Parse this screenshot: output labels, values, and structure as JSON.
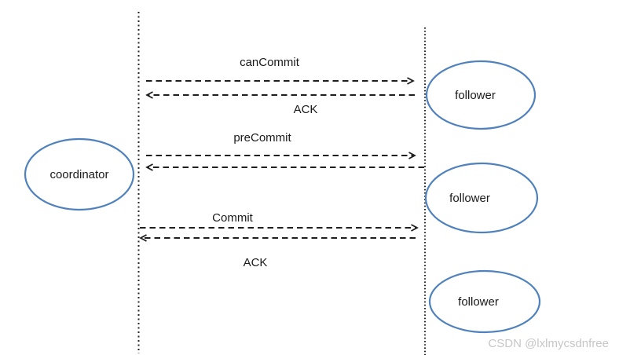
{
  "diagram": {
    "type": "sequence-diagram",
    "subject": "three-phase commit message flow",
    "nodes": {
      "coordinator": {
        "label": "coordinator"
      },
      "followers": [
        {
          "label": "follower"
        },
        {
          "label": "follower"
        },
        {
          "label": "follower"
        }
      ]
    },
    "lifelines": [
      {
        "owner": "coordinator",
        "style": "dotted"
      },
      {
        "owner": "followers",
        "style": "dotted"
      }
    ],
    "messages": [
      {
        "label": "canCommit",
        "from": "coordinator",
        "to": "follower",
        "direction": "right",
        "style": "dashed"
      },
      {
        "label": "ACK",
        "from": "follower",
        "to": "coordinator",
        "direction": "left",
        "style": "dashed"
      },
      {
        "label": "preCommit",
        "from": "coordinator",
        "to": "follower",
        "direction": "right",
        "style": "dashed"
      },
      {
        "label": "",
        "from": "follower",
        "to": "coordinator",
        "direction": "left",
        "style": "dashed"
      },
      {
        "label": "Commit",
        "from": "coordinator",
        "to": "follower",
        "direction": "right",
        "style": "dashed"
      },
      {
        "label": "ACK",
        "from": "follower",
        "to": "coordinator",
        "direction": "left",
        "style": "dashed"
      }
    ],
    "colors": {
      "node_stroke": "#4f81bd",
      "node_fill": "#ffffff",
      "line": "#1f1f1f",
      "text": "#1a1a1a",
      "watermark": "#c6c6c6"
    }
  },
  "watermark": {
    "text": "CSDN @lxlmycsdnfree"
  }
}
